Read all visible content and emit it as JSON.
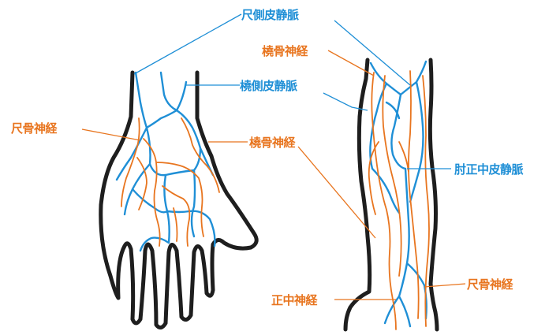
{
  "colors": {
    "vein": "#1f8fd6",
    "nerve": "#e8751f",
    "outline": "#1e1e1e"
  },
  "labels": {
    "ulnar_cutaneous_vein": "尺側皮静脈",
    "radial_nerve_top": "橈骨神経",
    "radial_cutaneous_vein": "橈側皮静脈",
    "ulnar_nerve_left": "尺骨神経",
    "radial_nerve_mid": "橈骨神経",
    "median_cubital_vein": "肘正中皮静脈",
    "median_nerve": "正中神経",
    "ulnar_nerve_right": "尺骨神経"
  }
}
